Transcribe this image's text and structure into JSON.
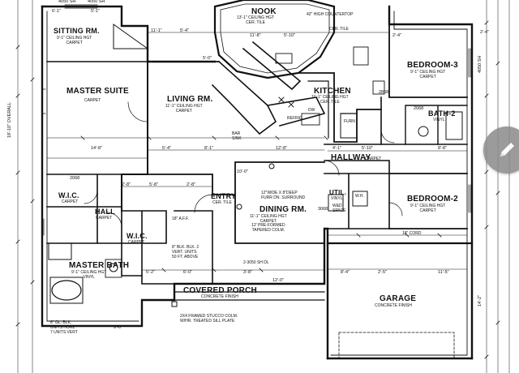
{
  "rooms": {
    "nook": {
      "name": "NOOK",
      "spec": "13'-1\" CEILING HGT\nCER. TILE"
    },
    "sitting": {
      "name": "SITTING RM.",
      "spec": "9'-1\" CEILING HGT\nCARPET"
    },
    "master_suite": {
      "name": "MASTER SUITE",
      "spec": "CARPET"
    },
    "living": {
      "name": "LIVING RM.",
      "spec": "11'-1\" CEILING HGT\nCARPET"
    },
    "kitchen": {
      "name": "KITCHEN",
      "spec": "11'-1\" CEILING HGT\nCER. TILE"
    },
    "bedroom3": {
      "name": "BEDROOM-3",
      "spec": "9'-1\" CEILING HGT\nCARPET"
    },
    "bath2": {
      "name": "BATH-2",
      "spec": "VINYL"
    },
    "hallway": {
      "name": "HALLWAY",
      "spec": "CARPET"
    },
    "bedroom2": {
      "name": "BEDROOM-2",
      "spec": "9'-1\" CEILING HGT\nCARPET"
    },
    "wic1": {
      "name": "W.I.C.",
      "spec": "CARPET"
    },
    "hall": {
      "name": "HALL",
      "spec": "CARPET"
    },
    "wic2": {
      "name": "W.I.C.",
      "spec": "CARPET"
    },
    "entry": {
      "name": "ENTRY",
      "spec": "CER. TILE"
    },
    "dining": {
      "name": "DINING RM.",
      "spec": "11'-1\" CEILING HGT\nCARPET\n12' PRE-FORMED\nTAPERED COLM."
    },
    "util": {
      "name": "UTIL.",
      "spec": "VINYL"
    },
    "master_bath": {
      "name": "MASTER BATH",
      "spec": "9'-1\" CEILING HGT\nVINYL"
    },
    "covered_porch": {
      "name": "COVERED PORCH",
      "spec": "CONCRETE FINISH"
    },
    "garage": {
      "name": "GARAGE",
      "spec": "CONCRETE FINISH"
    }
  },
  "notes": {
    "countertop": "42\" HIGH COUNTERTOP",
    "cer_tile": "CER. TILE",
    "wide_deep": "12\"WIDE X 8\"DEEP\nFURR DN. SURROUND",
    "bar_sink": "BAR\nSINK",
    "porch_column": "2X4 FRAMED STUCCO COLM.\nW/HR. TREATED SILL PLATE",
    "cmu": "8\" BLK. BLK. 2\nVERT. UNITS\n50 FT. ABOVE",
    "glass_block": "8\" GL. BLK.\nUNITS HORZ\n7 UNITS VERT",
    "cord": "18\" CORD",
    "door_size": "2-3050 SH DL",
    "furn": "FURN",
    "refrig": "REFRIG",
    "wh": "W.H.",
    "aff": "18\" A.F.F.",
    "wd_space": "W&D\nSPACE",
    "dw": "DW"
  },
  "dimensions": {
    "top_a": "4050 SH",
    "top_b": "4050 SH",
    "top_c": "6'-1\"",
    "top_d": "5'-1\"",
    "left_e": "18'-10\" OVERALL",
    "right_f": "2'-4\"",
    "d1": "11'-1\"",
    "d2": "5'-4\"",
    "d3": "11'-8\"",
    "d4": "5'-10\"",
    "d5": "2'-4\"",
    "d6": "14'-8\"",
    "d7": "5'-4\"",
    "d8": "8'-1\"",
    "d9": "12'-8\"",
    "d10": "4'-1\"",
    "d11": "5'-10\"",
    "d12": "8'-8\"",
    "d13": "2'-8\"",
    "d14": "5'-8\"",
    "d15": "2'-8\"",
    "d16": "10'-0\"",
    "d17": "6'-0\"",
    "d18": "5'-2\"",
    "d19": "12'-0\"",
    "d20": "8'-4\"",
    "d21": "2'-5\"",
    "d22": "11'-5\"",
    "d23": "14'-2\"",
    "d24": "3'-8\"",
    "d25": "6'-0\"",
    "d26": "5'-0\"",
    "d27": "2068",
    "d28": "2868",
    "d29": "2068",
    "d30": "4050 SH",
    "d31": "3068"
  },
  "colors": {
    "ink": "#111111",
    "fab": "#8a8a8a"
  },
  "icons": {
    "fab": "pencil-icon"
  }
}
